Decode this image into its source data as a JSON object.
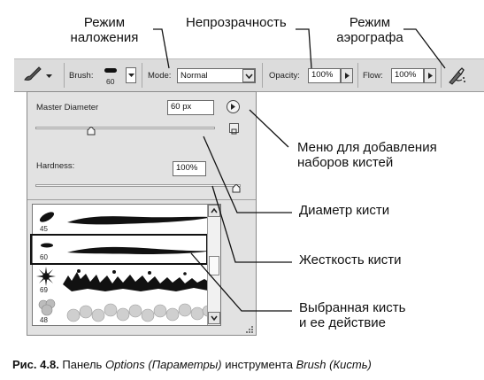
{
  "callouts": {
    "blend_mode": "Режим\nналожения",
    "opacity": "Непрозрачность",
    "airbrush": "Режим\nаэрографа",
    "brush_sets_menu": "Меню для добавления\nнаборов кистей",
    "brush_diameter": "Диаметр кисти",
    "brush_hardness": "Жесткость кисти",
    "selected_brush": "Выбранная кисть\nи ее действие"
  },
  "options_bar": {
    "brush_label": "Brush:",
    "brush_size": "60",
    "mode_label": "Mode:",
    "mode_value": "Normal",
    "opacity_label": "Opacity:",
    "opacity_value": "100%",
    "flow_label": "Flow:",
    "flow_value": "100%"
  },
  "brush_panel": {
    "master_diameter_label": "Master Diameter",
    "master_diameter_value": "60 px",
    "hardness_label": "Hardness:",
    "hardness_value": "100%",
    "master_diameter_level": 0.3,
    "hardness_level": 1.0,
    "presets": [
      {
        "size": "45",
        "selected": false
      },
      {
        "size": "60",
        "selected": true
      },
      {
        "size": "69",
        "selected": false
      },
      {
        "size": "48",
        "selected": false
      }
    ]
  },
  "caption": {
    "prefix": "Рис. 4.8.",
    "text1": " Панель ",
    "options_it": "Options (Параметры)",
    "text2": " инструмента ",
    "brush_it": "Brush (Кисть)"
  }
}
